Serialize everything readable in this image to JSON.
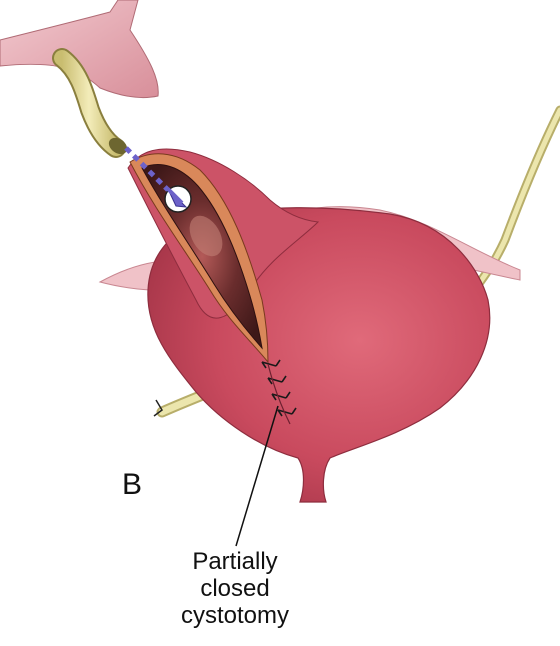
{
  "figure": {
    "panel_letter": "B",
    "callout_lines": [
      "Partially",
      "closed",
      "cystotomy"
    ]
  },
  "structures": [
    {
      "name": "bladder",
      "color": "#c94a5e"
    },
    {
      "name": "peritoneal-fold",
      "color": "#e0a2ab"
    },
    {
      "name": "cystotomy-opening",
      "color": "#5a2a2a"
    },
    {
      "name": "stent-tube",
      "color": "#e8dfa0"
    },
    {
      "name": "catheter",
      "color": "#e6e0a6"
    },
    {
      "name": "direction-arrow",
      "color": "#6d62c9"
    }
  ],
  "icons": [
    "sutures-icon",
    "direction-arrow-icon"
  ]
}
